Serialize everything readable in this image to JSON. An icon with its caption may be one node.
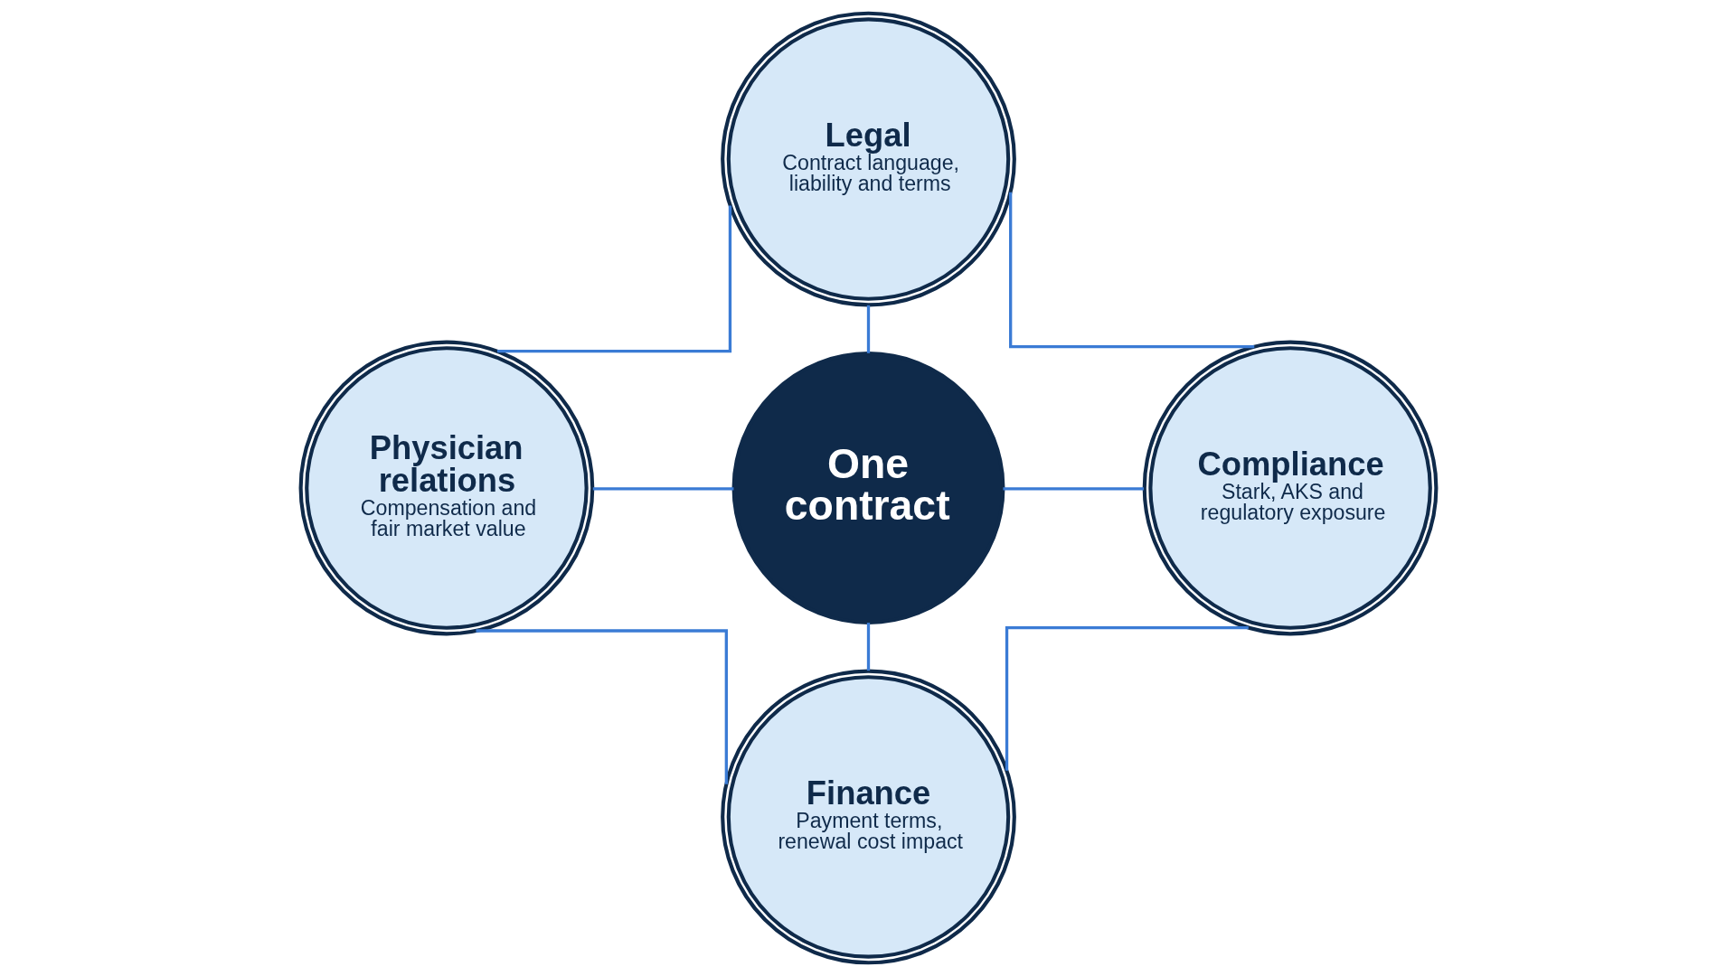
{
  "diagram": {
    "nodes": [
      {
        "text": [
          "Legal",
          "Contract language, liability and terms"
        ]
      },
      {
        "text": [
          "Physician relations",
          "Compensation and fair market value"
        ]
      },
      {
        "text": [
          "One contract"
        ]
      },
      {
        "text": [
          "Compliance",
          "Stark, AKS and regulatory exposure"
        ]
      },
      {
        "text": [
          "Finance",
          "Payment terms, renewal cost impact"
        ]
      }
    ],
    "edges": [
      {
        "from": 0,
        "to": 2,
        "arrow": "none"
      },
      {
        "from": 1,
        "to": 2,
        "arrow": "none"
      },
      {
        "from": 2,
        "to": 3,
        "arrow": "none"
      },
      {
        "from": 2,
        "to": 4,
        "arrow": "none"
      },
      {
        "from": 0,
        "to": 1,
        "arrow": "none"
      },
      {
        "from": 0,
        "to": 3,
        "arrow": "none"
      },
      {
        "from": 1,
        "to": 4,
        "arrow": "none"
      },
      {
        "from": 3,
        "to": 4,
        "arrow": "none"
      }
    ]
  }
}
